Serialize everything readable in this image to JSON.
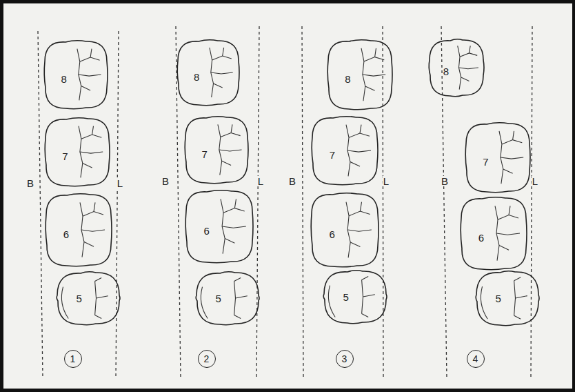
{
  "diagram": {
    "nodes": [
      {
        "text": [
          "8"
        ]
      },
      {
        "text": [
          "7"
        ]
      },
      {
        "text": [
          "6"
        ]
      },
      {
        "text": [
          "5"
        ]
      },
      {
        "text": [
          "1"
        ]
      },
      {
        "text": [
          "8"
        ]
      },
      {
        "text": [
          "7"
        ]
      },
      {
        "text": [
          "6"
        ]
      },
      {
        "text": [
          "5"
        ]
      },
      {
        "text": [
          "2"
        ]
      },
      {
        "text": [
          "8"
        ]
      },
      {
        "text": [
          "7"
        ]
      },
      {
        "text": [
          "6"
        ]
      },
      {
        "text": [
          "5"
        ]
      },
      {
        "text": [
          "3"
        ]
      },
      {
        "text": [
          "8"
        ]
      },
      {
        "text": [
          "7"
        ]
      },
      {
        "text": [
          "6"
        ]
      },
      {
        "text": [
          "5"
        ]
      },
      {
        "text": [
          "4"
        ]
      }
    ],
    "labels": [
      "B",
      "L",
      "B",
      "L",
      "B",
      "L",
      "B",
      "L"
    ]
  }
}
